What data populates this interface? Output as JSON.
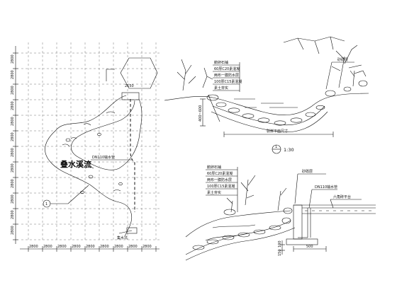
{
  "plan": {
    "stream_label": "叠水溪流",
    "pipe_label": "DN110输水管",
    "pond_label": "集水坑",
    "top_dim": "2150",
    "section_marker": "1",
    "x_dims": [
      "2800",
      "2800",
      "2800",
      "2800",
      "2800",
      "2800",
      "2800",
      "2800",
      "2800"
    ],
    "y_dims": [
      "2800",
      "2800",
      "2800",
      "2800",
      "2800",
      "2800",
      "2800",
      "2800",
      "2800",
      "2800",
      "2800",
      "2800"
    ]
  },
  "section1": {
    "layers": [
      "鹅卵石铺",
      "60厚C20素混凝",
      "两布一膜防水层",
      "100厚C15素混凝",
      "素土夯实"
    ],
    "right_label": "砂砾层",
    "width_label": "驳岸平面尺寸",
    "depth_dim": "400~600",
    "title_number": "1",
    "scale": "1:30"
  },
  "section2": {
    "layers": [
      "鹅卵石铺",
      "60厚C20素混凝",
      "两布一膜防水层",
      "100厚C15素混凝",
      "素土夯实"
    ],
    "pipe_label": "DN110输水管",
    "right_label": "砂砾层",
    "platform_label": "六角砖平台",
    "dims": [
      "150",
      "100",
      "500"
    ]
  },
  "colors": {
    "line": "#111111",
    "background": "#ffffff"
  }
}
